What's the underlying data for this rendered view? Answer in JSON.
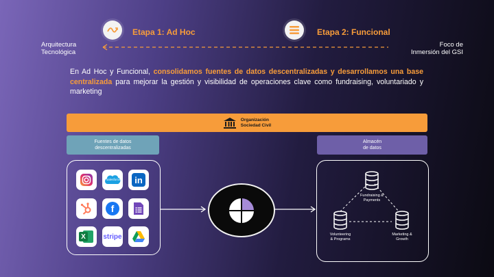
{
  "header": {
    "stage1_title": "Etapa 1: Ad Hoc",
    "stage2_title": "Etapa 2: Funcional",
    "left_label_line1": "Arquitectura",
    "left_label_line2": "Tecnológica",
    "right_label_line1": "Foco de",
    "right_label_line2": "Inmersión del GSI"
  },
  "paragraph": {
    "part1": "En Ad Hoc y Funcional, ",
    "highlight": "consolidamos fuentes de datos descentralizadas y desarrollamos una base centralizada",
    "part2": " para mejorar la gestión y visibilidad de operaciones clave como fundraising, voluntariado y marketing"
  },
  "org_bar": {
    "line1": "Organización",
    "line2": "Sociedad Civil"
  },
  "sources": {
    "title_line1": "Fuentes de datos",
    "title_line2": "descentralizadas",
    "apps": [
      "instagram-icon",
      "salesforce-icon",
      "linkedin-icon",
      "hubspot-icon",
      "facebook-icon",
      "google-forms-icon",
      "excel-icon",
      "stripe-icon",
      "google-drive-icon"
    ],
    "salesforce_label": "salesforce",
    "stripe_label": "stripe",
    "linkedin_label": "in",
    "facebook_label": "f",
    "excel_label": "X"
  },
  "warehouse": {
    "title_line1": "Almacén",
    "title_line2": "de datos",
    "db_top_line1": "Fundraising &",
    "db_top_line2": "Payments",
    "db_left_line1": "Volunteering",
    "db_left_line2": "& Programs",
    "db_right_line1": "Marketing &",
    "db_right_line2": "Growth"
  },
  "colors": {
    "accent_orange": "#f79c3a",
    "pill_blue": "#6fa3b8",
    "pill_purple": "#6e5fa8"
  }
}
